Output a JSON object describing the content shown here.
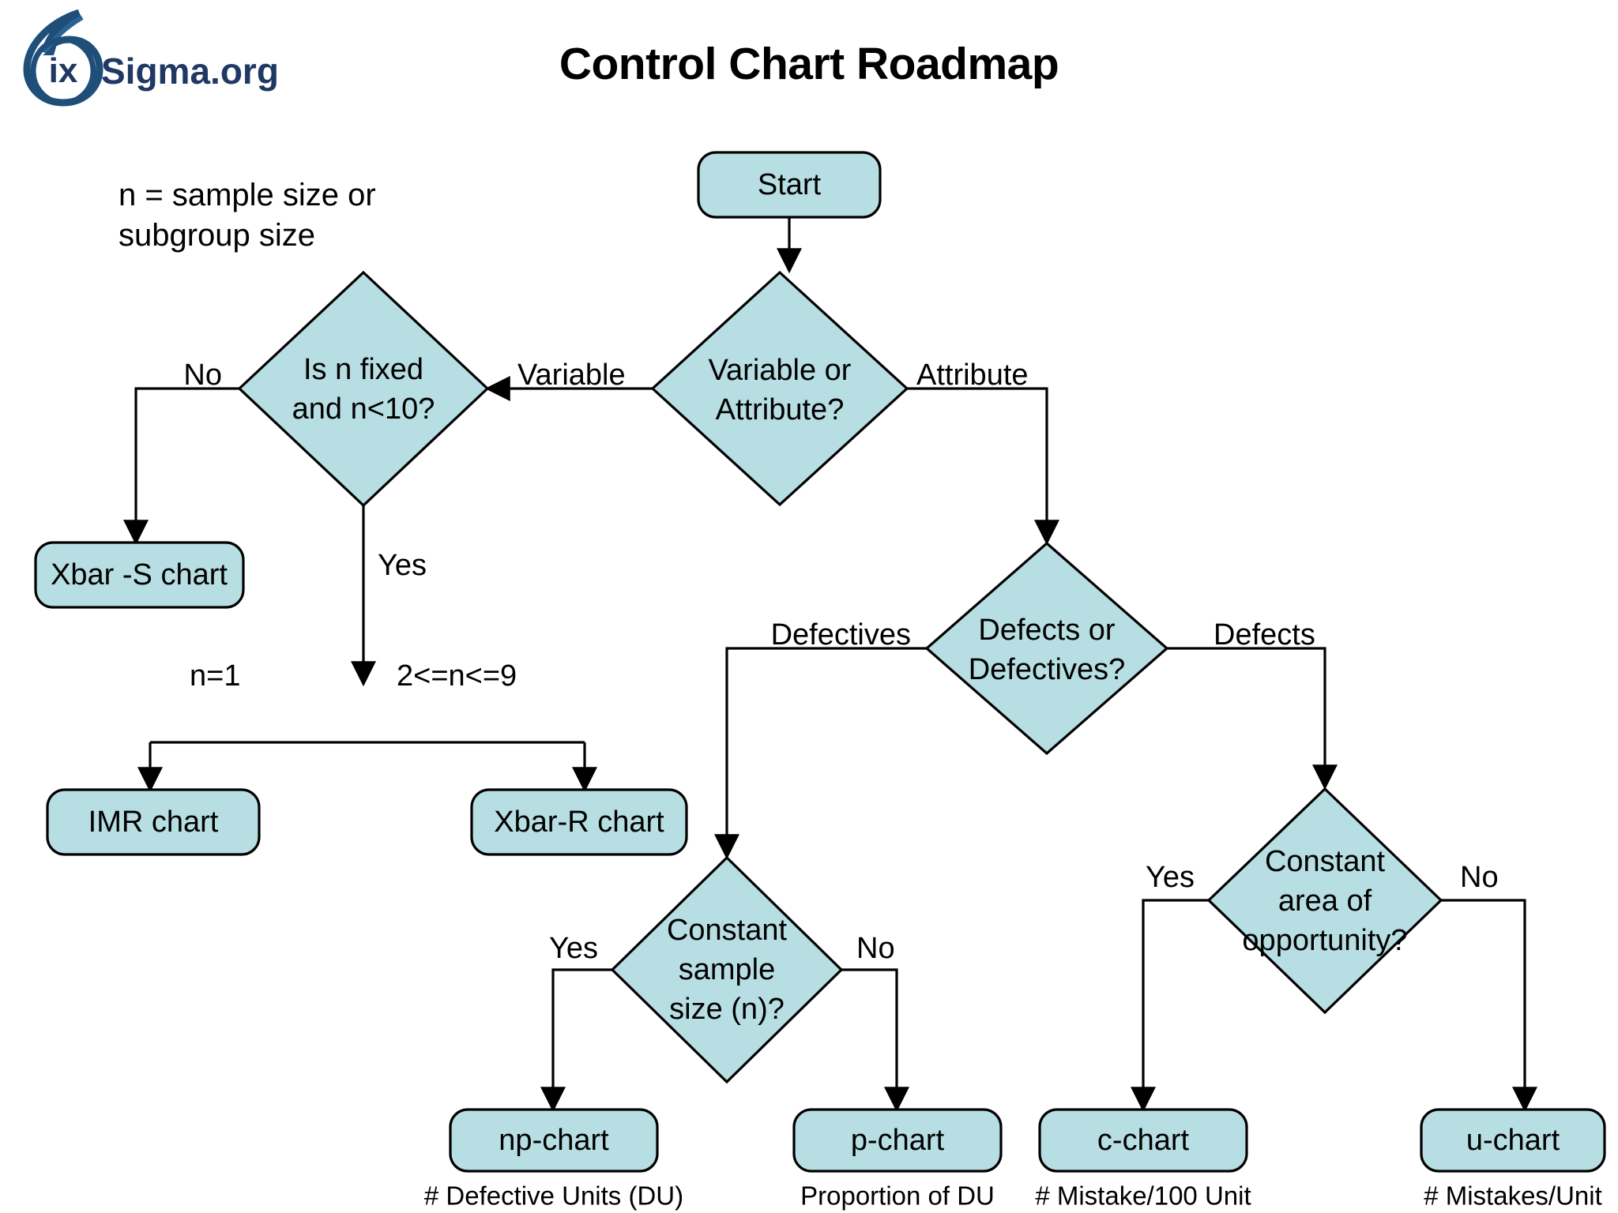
{
  "header": {
    "title": "Control Chart Roadmap",
    "logo": {
      "mark": "6",
      "inner": "ix",
      "word": "Sigma.org",
      "color": "#1f4e79"
    }
  },
  "note": {
    "line1": "n = sample size or",
    "line2": "subgroup size"
  },
  "colors": {
    "node_fill": "#b7dee2",
    "node_stroke": "#000000",
    "background": "#ffffff",
    "text": "#000000"
  },
  "nodes": {
    "start": {
      "label": "Start",
      "shape": "rounded-rect"
    },
    "variable_or_attribute": {
      "label_line1": "Variable or",
      "label_line2": "Attribute?",
      "shape": "diamond"
    },
    "is_n_fixed": {
      "label_line1": "Is n fixed",
      "label_line2": "and n<10?",
      "shape": "diamond"
    },
    "xbar_s": {
      "label": "Xbar -S chart",
      "shape": "rounded-rect"
    },
    "imr": {
      "label": "IMR chart",
      "shape": "rounded-rect"
    },
    "xbar_r": {
      "label": "Xbar-R chart",
      "shape": "rounded-rect"
    },
    "defects_or_defectives": {
      "label_line1": "Defects or",
      "label_line2": "Defectives?",
      "shape": "diamond"
    },
    "constant_sample_size": {
      "label_line1": "Constant",
      "label_line2": "sample",
      "label_line3": "size (n)?",
      "shape": "diamond"
    },
    "constant_area": {
      "label_line1": "Constant",
      "label_line2": "area of",
      "label_line3": "opportunity?",
      "shape": "diamond"
    },
    "np_chart": {
      "label": "np-chart",
      "shape": "rounded-rect"
    },
    "p_chart": {
      "label": "p-chart",
      "shape": "rounded-rect"
    },
    "c_chart": {
      "label": "c-chart",
      "shape": "rounded-rect"
    },
    "u_chart": {
      "label": "u-chart",
      "shape": "rounded-rect"
    }
  },
  "edge_labels": {
    "variable": "Variable",
    "attribute": "Attribute",
    "is_n_fixed_no": "No",
    "is_n_fixed_yes": "Yes",
    "n_equals_1": "n=1",
    "n_range": "2<=n<=9",
    "defectives": "Defectives",
    "defects": "Defects",
    "css_yes": "Yes",
    "css_no": "No",
    "cao_yes": "Yes",
    "cao_no": "No"
  },
  "captions": {
    "np_chart": "# Defective Units (DU)",
    "p_chart": "Proportion of DU",
    "c_chart": "# Mistake/100 Unit",
    "u_chart": "# Mistakes/Unit"
  },
  "chart_data": {
    "type": "table",
    "title": "Control Chart Roadmap",
    "rows": [
      {
        "decision": "Variable or Attribute?",
        "branch": "Variable",
        "next": "Is n fixed and n<10?"
      },
      {
        "decision": "Variable or Attribute?",
        "branch": "Attribute",
        "next": "Defects or Defectives?"
      },
      {
        "decision": "Is n fixed and n<10?",
        "branch": "No",
        "next": "Xbar -S chart"
      },
      {
        "decision": "Is n fixed and n<10?",
        "branch": "Yes",
        "next": "n=1 -> IMR chart ; 2<=n<=9 -> Xbar-R chart"
      },
      {
        "decision": "Defects or Defectives?",
        "branch": "Defectives",
        "next": "Constant sample size (n)?"
      },
      {
        "decision": "Defects or Defectives?",
        "branch": "Defects",
        "next": "Constant area of opportunity?"
      },
      {
        "decision": "Constant sample size (n)?",
        "branch": "Yes",
        "next": "np-chart (# Defective Units (DU))"
      },
      {
        "decision": "Constant sample size (n)?",
        "branch": "No",
        "next": "p-chart (Proportion of DU)"
      },
      {
        "decision": "Constant area of opportunity?",
        "branch": "Yes",
        "next": "c-chart (# Mistake/100 Unit)"
      },
      {
        "decision": "Constant area of opportunity?",
        "branch": "No",
        "next": "u-chart (# Mistakes/Unit)"
      }
    ]
  }
}
